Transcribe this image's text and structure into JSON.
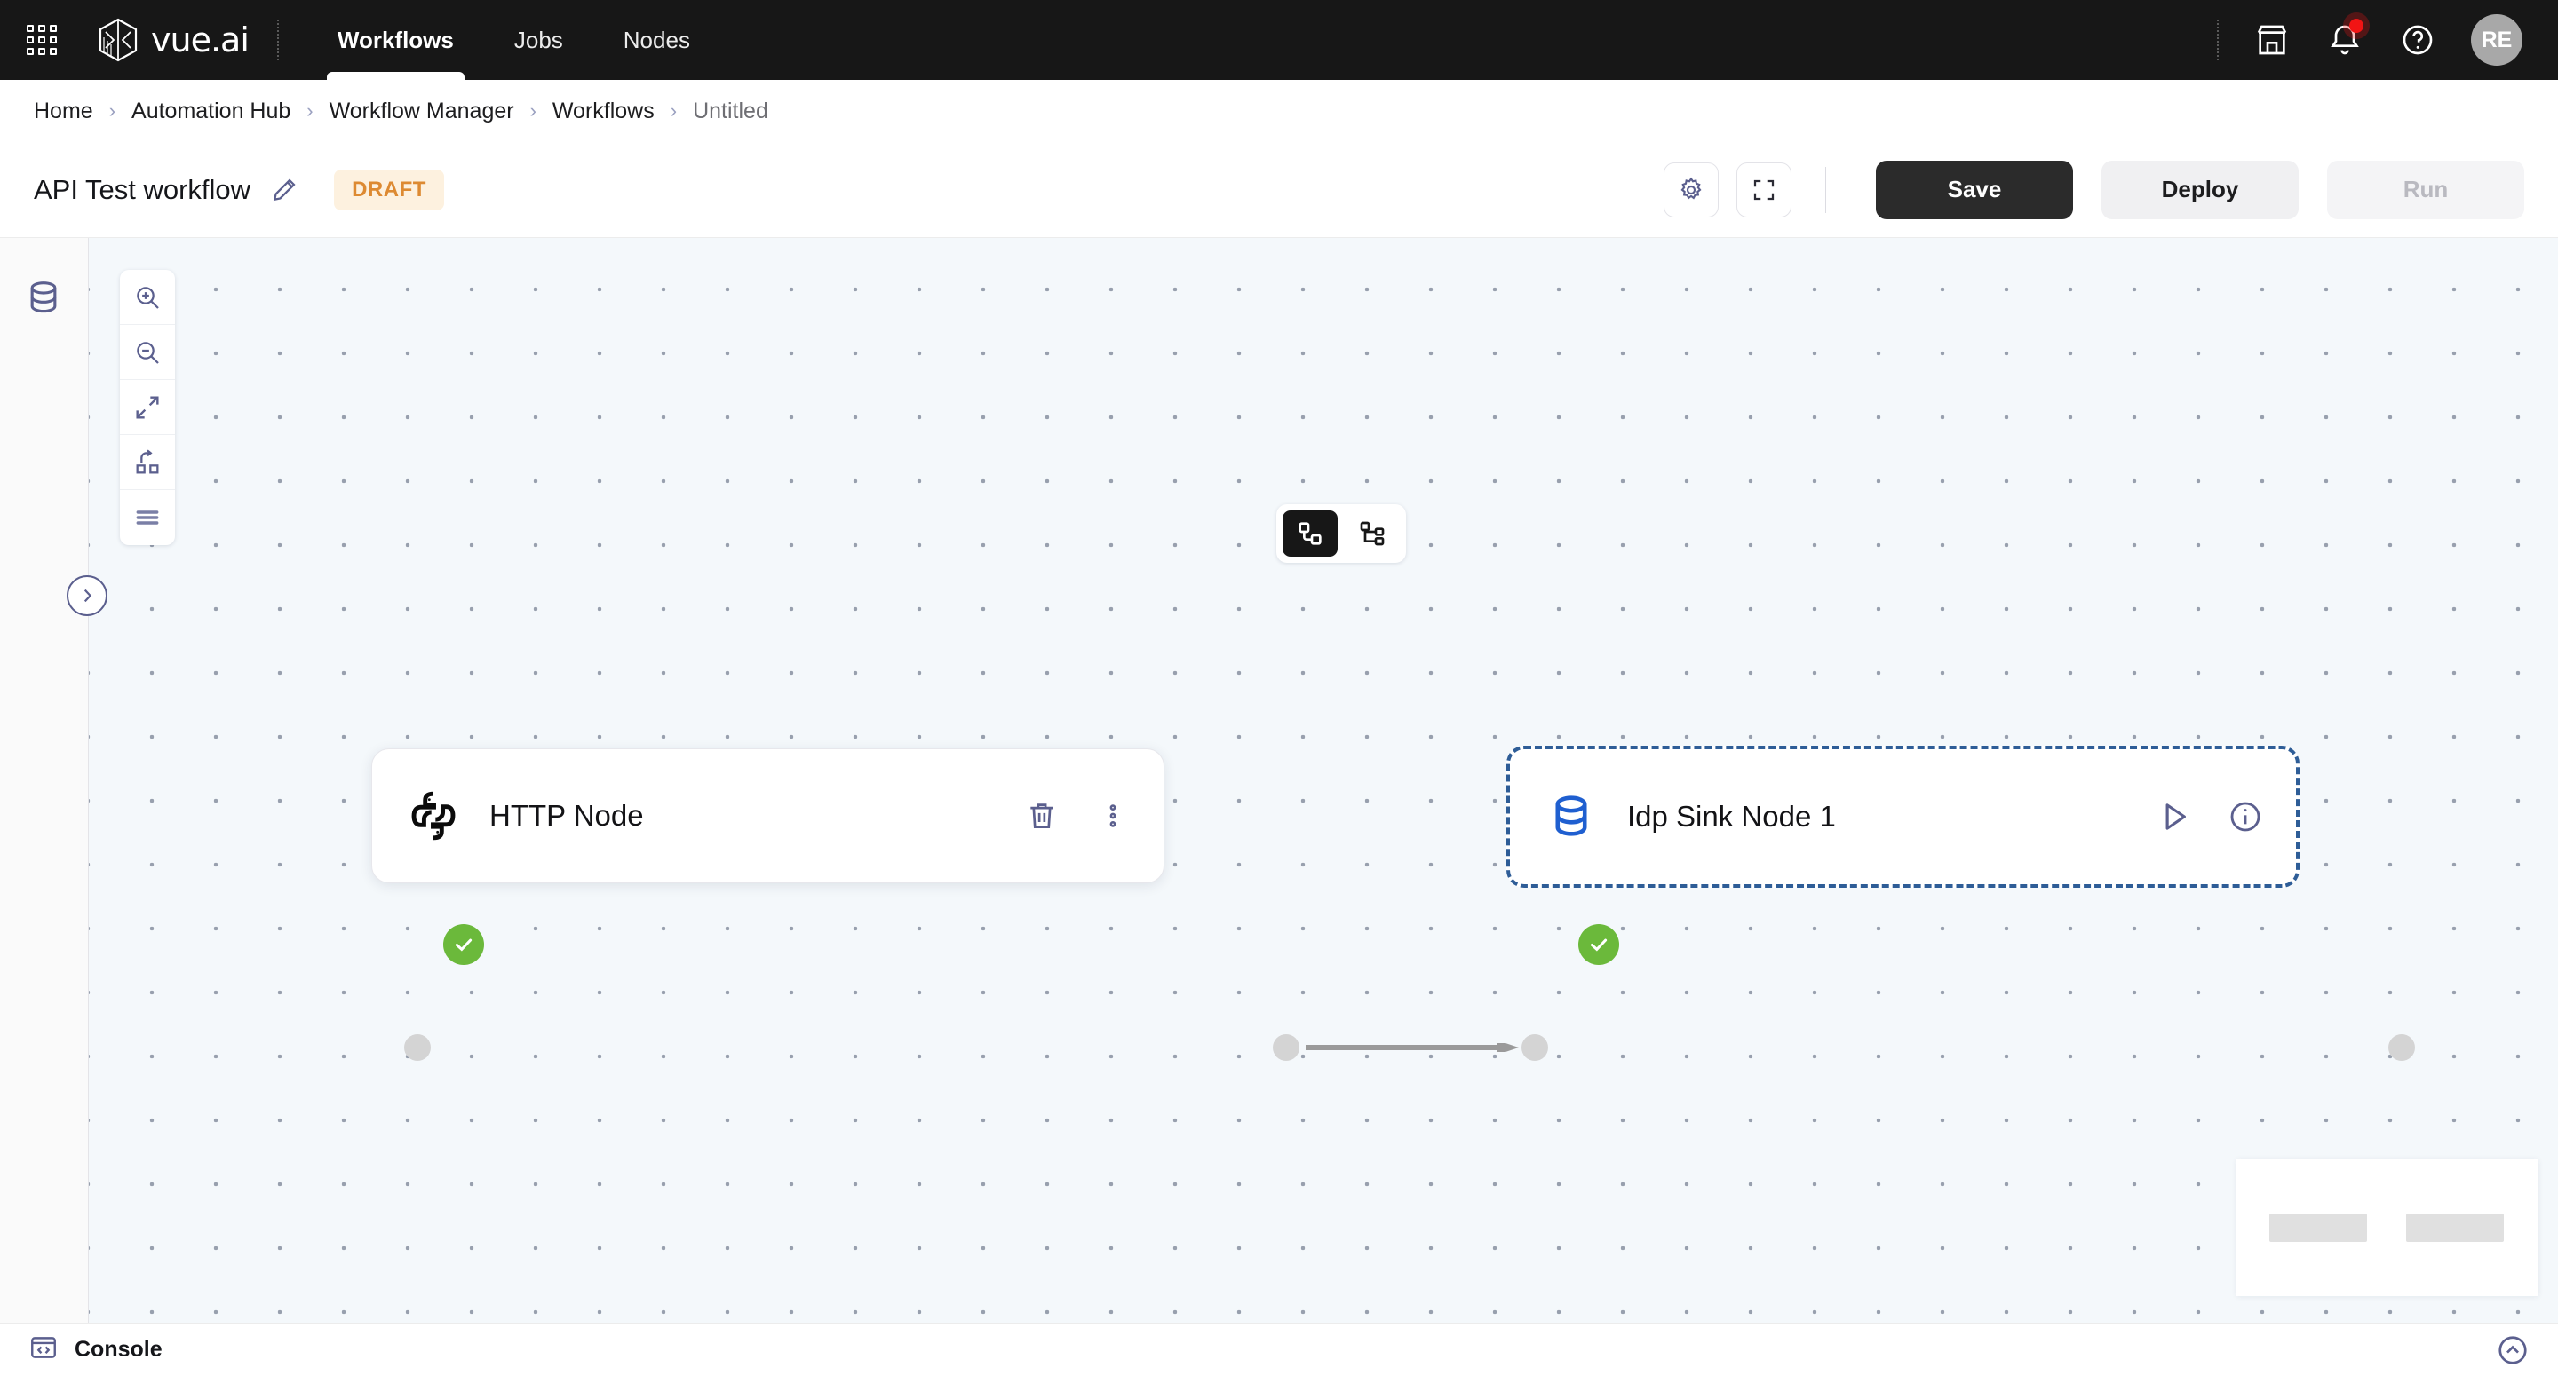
{
  "topnav": {
    "apps_icon": "grid-apps-icon",
    "brand": "vue.ai",
    "tabs": [
      {
        "label": "Workflows",
        "active": true
      },
      {
        "label": "Jobs",
        "active": false
      },
      {
        "label": "Nodes",
        "active": false
      }
    ],
    "marketplace_icon": "storefront-icon",
    "notifications_icon": "bell-icon",
    "has_notification": true,
    "help_icon": "question-circle-icon",
    "avatar_initials": "RE"
  },
  "breadcrumb": {
    "items": [
      "Home",
      "Automation Hub",
      "Workflow Manager",
      "Workflows",
      "Untitled"
    ],
    "separator": "›"
  },
  "titlebar": {
    "workflow_name": "API Test workflow",
    "edit_icon": "pencil-icon",
    "status_badge": "DRAFT",
    "settings_icon": "gear-icon",
    "fullscreen_icon": "fullscreen-icon",
    "save_label": "Save",
    "deploy_label": "Deploy",
    "run_label": "Run"
  },
  "leftrail": {
    "datasource_icon": "database-icon",
    "expand_icon": "chevron-right-icon"
  },
  "canvas_tools": {
    "zoom_in_icon": "zoom-in-icon",
    "zoom_out_icon": "zoom-out-icon",
    "fit_view_icon": "fit-screen-icon",
    "auto_layout_icon": "auto-layout-icon",
    "list_icon": "list-menu-icon"
  },
  "view_toggle": {
    "options": [
      {
        "icon": "flow-view-icon",
        "active": true
      },
      {
        "icon": "tree-view-icon",
        "active": false
      }
    ]
  },
  "graph": {
    "nodes": [
      {
        "label": "HTTP Node",
        "icon": "python-icon",
        "status": "success",
        "status_icon": "check-circle-icon",
        "selected": false,
        "actions": [
          {
            "icon": "trash-icon"
          },
          {
            "icon": "more-vertical-icon"
          }
        ]
      },
      {
        "label": "Idp Sink Node 1",
        "icon": "database-icon",
        "status": "success",
        "status_icon": "check-circle-icon",
        "selected": true,
        "actions": [
          {
            "icon": "play-icon"
          },
          {
            "icon": "info-circle-icon"
          }
        ]
      }
    ],
    "edges": [
      {
        "from": "HTTP Node",
        "to": "Idp Sink Node 1",
        "arrow": true
      }
    ]
  },
  "minimap": {
    "nodes": 2
  },
  "footer": {
    "console_icon": "code-window-icon",
    "console_label": "Console",
    "expand_icon": "chevron-up-circle-icon"
  },
  "colors": {
    "nav_background": "#171717",
    "canvas_background": "#f4f8fb",
    "accent_indigo": "#5b5f8e",
    "selection_blue": "#2e5d97",
    "status_green": "#6bb93b",
    "draft_orange": "#dd8a32",
    "draft_badge_bg": "#fdf1df",
    "notification_red": "#f11414",
    "handle_gray": "#d4d4d4"
  }
}
